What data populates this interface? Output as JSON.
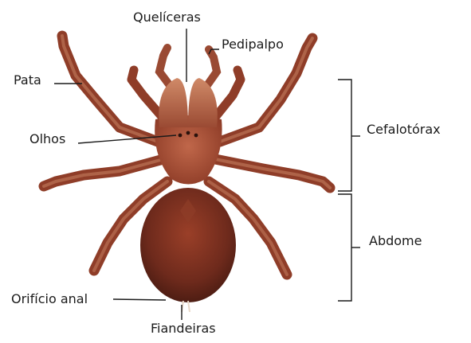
{
  "labels": {
    "queliceras": "Quelíceras",
    "pedipalpo": "Pedipalpo",
    "pata": "Pata",
    "olhos": "Olhos",
    "cefalotorax": "Cefalotórax",
    "abdome": "Abdome",
    "orificio_anal": "Orifício anal",
    "fiandeiras": "Fiandeiras"
  },
  "colors": {
    "body_dark": "#6e2a1c",
    "body_mid": "#8f3d28",
    "body_light": "#b9664a",
    "leg": "#9a4a33",
    "leg_light": "#c98463",
    "line": "#1a1a1a"
  }
}
